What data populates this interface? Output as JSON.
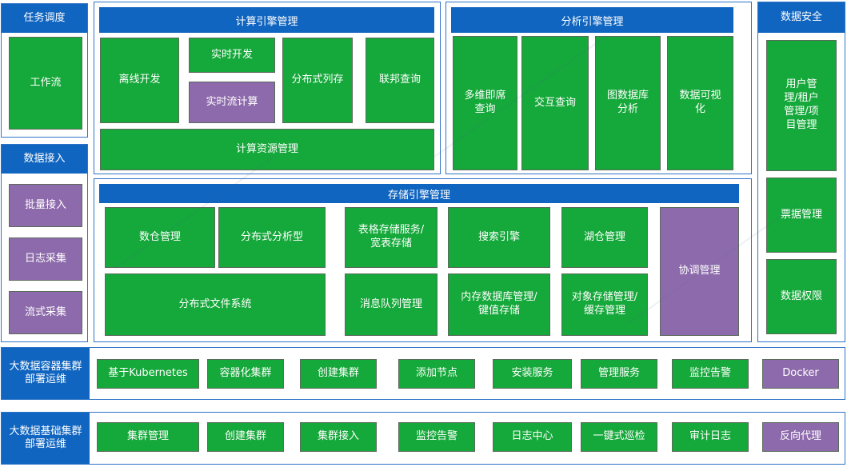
{
  "task": {
    "title": "任务调度",
    "workflow": "工作流"
  },
  "ingest": {
    "title": "数据接入",
    "items": [
      "批量接入",
      "日志采集",
      "流式采集"
    ]
  },
  "compute": {
    "title": "计算引擎管理",
    "offline": "离线开发",
    "realtime_dev": "实时开发",
    "stream": "实时流计算",
    "columnar": "分布式列存",
    "federated": "联邦查询",
    "resource": "计算资源管理"
  },
  "analysis": {
    "title": "分析引擎管理",
    "items": [
      "多维即席查询",
      "交互查询",
      "图数据库分析",
      "数据可视化"
    ]
  },
  "security": {
    "title": "数据安全",
    "items": [
      "用户管理/租户管理/项目管理",
      "票据管理",
      "数据权限"
    ]
  },
  "storage": {
    "title": "存储引擎管理",
    "warehouse": "数仓管理",
    "dist_analytic": "分布式分析型",
    "table_store": "表格存储服务/宽表存储",
    "search": "搜索引擎",
    "lakehouse": "湖仓管理",
    "coordination": "协调管理",
    "dfs": "分布式文件系统",
    "mq": "消息队列管理",
    "inmem": "内存数据库管理/键值存储",
    "object": "对象存储管理/ 缓存管理"
  },
  "container_ops": {
    "title": "大数据容器集群部署运维",
    "items": [
      "基于Kubernetes",
      "容器化集群",
      "创建集群",
      "添加节点",
      "安装服务",
      "管理服务",
      "监控告警",
      "Docker"
    ]
  },
  "base_ops": {
    "title": "大数据基础集群部署运维",
    "items": [
      "集群管理",
      "创建集群",
      "集群接入",
      "监控告警",
      "日志中心",
      "一键式巡检",
      "审计日志",
      "反向代理"
    ]
  }
}
